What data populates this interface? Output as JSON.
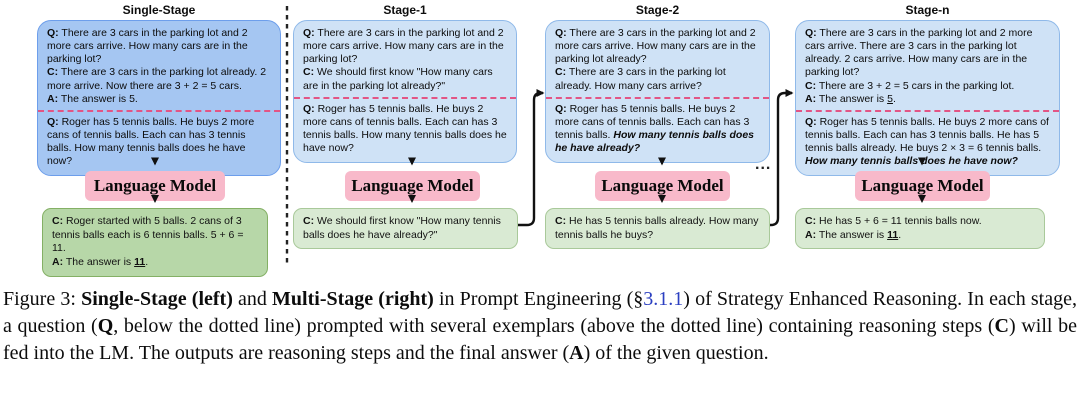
{
  "figure": {
    "ellipsis": "...",
    "colors": {
      "single_stage_prompt_bg": "#a5c6f2",
      "multi_stage_prompt_bg": "#cfe2f6",
      "prompt_border": "#6d9eeb",
      "lm_box_bg": "#f8b9ca",
      "single_stage_output_bg": "#b7d7a8",
      "multi_stage_output_bg": "#d9ead3",
      "dashed_line": "#e25585",
      "arrow": "#111111",
      "section_link": "#2b3fc1"
    },
    "panels": [
      {
        "id": "single-stage",
        "title": "Single-Stage",
        "exemplar": [
          {
            "t": "Q:",
            "b": true
          },
          {
            "t": " There are 3 cars in the parking lot and 2 more cars arrive. How many cars are in the parking lot?"
          },
          {
            "t": "C:",
            "b": true,
            "nl": true
          },
          {
            "t": " There are 3 cars in the parking lot already. 2 more arrive. Now there are 3 + 2 = 5 cars."
          },
          {
            "t": "A:",
            "b": true,
            "nl": true
          },
          {
            "t": " The answer is 5."
          }
        ],
        "question": [
          {
            "t": "Q:",
            "b": true
          },
          {
            "t": " Roger has 5 tennis balls. He buys 2 more cans of tennis balls. Each can has 3 tennis balls. How many tennis balls does he have now?"
          }
        ],
        "lm_label": "Language Model",
        "output": [
          {
            "t": "C:",
            "b": true
          },
          {
            "t": " Roger started with 5 balls. 2 cans of 3 tennis balls each is 6 tennis balls. 5 + 6 = 11."
          },
          {
            "t": "A:",
            "b": true,
            "nl": true
          },
          {
            "t": " The answer is "
          },
          {
            "t": "11",
            "b": true,
            "u": true
          },
          {
            "t": "."
          }
        ]
      },
      {
        "id": "stage-1",
        "title": "Stage-1",
        "exemplar": [
          {
            "t": "Q:",
            "b": true
          },
          {
            "t": " There are 3 cars in the parking lot and 2 more cars arrive. How many cars are in the parking lot?"
          },
          {
            "t": "C:",
            "b": true,
            "nl": true
          },
          {
            "t": " We should first know \"How many cars are in the parking lot already?\""
          }
        ],
        "question": [
          {
            "t": "Q:",
            "b": true
          },
          {
            "t": " Roger has 5 tennis balls. He buys 2 more cans of tennis balls. Each can has 3 tennis balls. How many tennis balls does he have now?"
          }
        ],
        "lm_label": "Language Model",
        "output": [
          {
            "t": "C:",
            "b": true
          },
          {
            "t": " We should first know \"How many tennis balls does he have already?\""
          }
        ]
      },
      {
        "id": "stage-2",
        "title": "Stage-2",
        "exemplar": [
          {
            "t": "Q:",
            "b": true
          },
          {
            "t": " There are 3 cars in the parking lot and 2 more cars arrive. How many cars are in the parking lot already?"
          },
          {
            "t": "C:",
            "b": true,
            "nl": true
          },
          {
            "t": " There are 3 cars in the parking lot already. How many cars arrive?"
          }
        ],
        "question": [
          {
            "t": "Q:",
            "b": true
          },
          {
            "t": " Roger has 5 tennis balls. He buys 2 more cans of tennis balls. Each can has 3 tennis balls. "
          },
          {
            "t": "How many tennis balls does he have already?",
            "b": true,
            "i": true
          }
        ],
        "lm_label": "Language Model",
        "output": [
          {
            "t": "C:",
            "b": true
          },
          {
            "t": " He has 5 tennis balls already. How many tennis balls he buys?"
          }
        ]
      },
      {
        "id": "stage-n",
        "title": "Stage-n",
        "exemplar": [
          {
            "t": "Q:",
            "b": true
          },
          {
            "t": " There are 3 cars in the parking lot and 2 more cars arrive. There are 3 cars in the parking lot already. 2 cars arrive. How many cars are in the parking lot?"
          },
          {
            "t": "C:",
            "b": true,
            "nl": true
          },
          {
            "t": " There are 3 + 2 = 5 cars in the parking lot."
          },
          {
            "t": "A:",
            "b": true,
            "nl": true
          },
          {
            "t": " The answer is "
          },
          {
            "t": "5",
            "u": true
          },
          {
            "t": "."
          }
        ],
        "question": [
          {
            "t": "Q:",
            "b": true
          },
          {
            "t": " Roger has 5 tennis balls. He buys 2 more cans of tennis balls. Each can has 3 tennis balls. He has 5 tennis balls already. He buys 2 × 3 = 6 tennis balls. "
          },
          {
            "t": "How many tennis balls does he have now?",
            "b": true,
            "i": true
          }
        ],
        "lm_label": "Language Model",
        "output": [
          {
            "t": "C:",
            "b": true
          },
          {
            "t": " He has 5 + 6 = 11 tennis balls now."
          },
          {
            "t": "A:",
            "b": true,
            "nl": true
          },
          {
            "t": " The answer is "
          },
          {
            "t": "11",
            "b": true,
            "u": true
          },
          {
            "t": "."
          }
        ]
      }
    ]
  },
  "caption": {
    "segments": [
      {
        "t": "Figure 3: "
      },
      {
        "t": "Single-Stage (left)",
        "b": true
      },
      {
        "t": " and "
      },
      {
        "t": "Multi-Stage (right)",
        "b": true
      },
      {
        "t": " in Prompt Engineering (§"
      },
      {
        "t": "3.1.1",
        "c": "#2b3fc1",
        "link": true,
        "name": "section-ref-link"
      },
      {
        "t": ") of Strategy Enhanced Reasoning. In each stage, a question ("
      },
      {
        "t": "Q",
        "b": true
      },
      {
        "t": ", below the dotted line) prompted with several exemplars (above the dotted line) containing reasoning steps ("
      },
      {
        "t": "C",
        "b": true
      },
      {
        "t": ") will be fed into the LM. The outputs are reasoning steps and the final answer ("
      },
      {
        "t": "A",
        "b": true
      },
      {
        "t": ") of the given question."
      }
    ]
  }
}
